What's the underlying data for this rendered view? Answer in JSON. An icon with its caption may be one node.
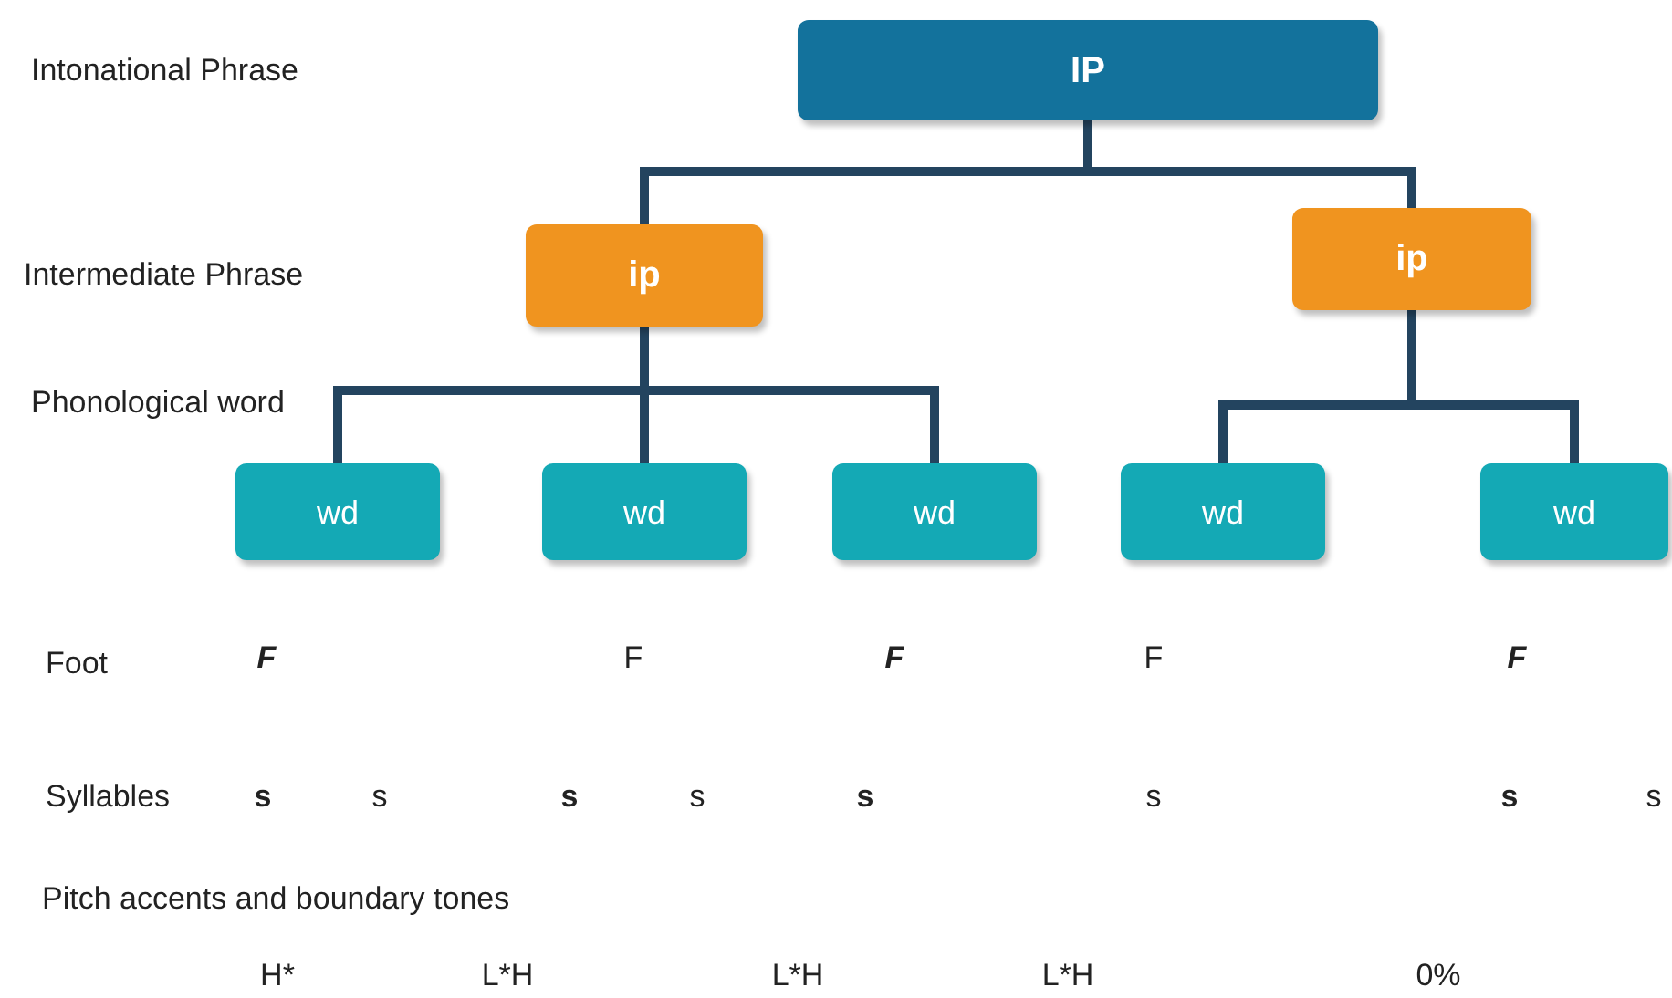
{
  "diagram": {
    "nodes": [
      {
        "text": [
          "IP"
        ]
      },
      {
        "text": [
          "ip"
        ]
      },
      {
        "text": [
          "ip"
        ]
      },
      {
        "text": [
          "wd"
        ]
      },
      {
        "text": [
          "wd"
        ]
      },
      {
        "text": [
          "wd"
        ]
      },
      {
        "text": [
          "wd"
        ]
      },
      {
        "text": [
          "wd"
        ]
      }
    ],
    "edges": [
      {
        "from": 0,
        "to": 1,
        "arrow": "none"
      },
      {
        "from": 0,
        "to": 2,
        "arrow": "none"
      },
      {
        "from": 1,
        "to": 3,
        "arrow": "none"
      },
      {
        "from": 1,
        "to": 4,
        "arrow": "none"
      },
      {
        "from": 1,
        "to": 5,
        "arrow": "none"
      },
      {
        "from": 2,
        "to": 6,
        "arrow": "none"
      },
      {
        "from": 2,
        "to": 7,
        "arrow": "none"
      }
    ],
    "labels": [
      "Intonational Phrase",
      "Intermediate Phrase",
      "Phonological word",
      "Foot",
      "F",
      "F",
      "F",
      "F",
      "F",
      "Syllables",
      "s",
      "s",
      "s",
      "s",
      "s",
      "s",
      "s",
      "s",
      "Pitch accents and boundary tones",
      "H*",
      "L*H",
      "L*H",
      "L*H",
      "0%"
    ]
  }
}
